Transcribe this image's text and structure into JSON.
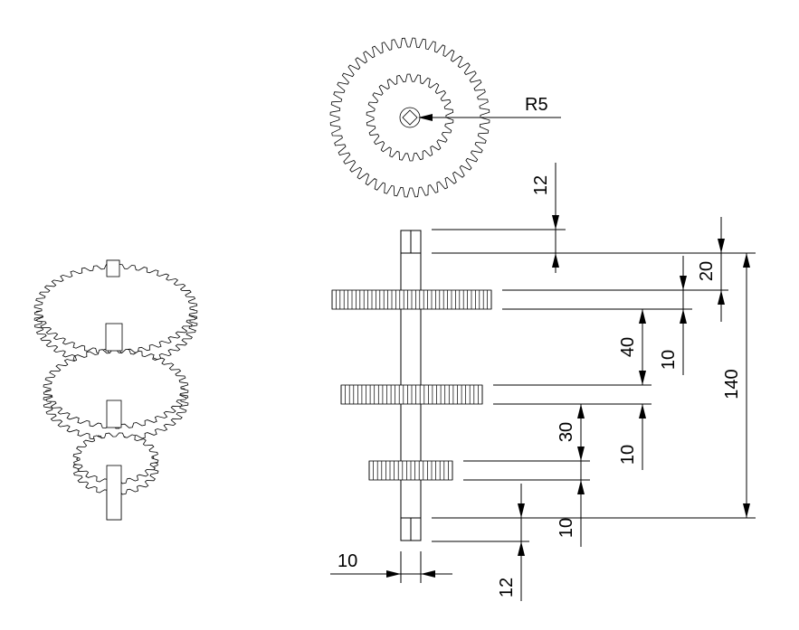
{
  "dimensions": {
    "radius_label": "R5",
    "top_offset": "12",
    "gear1_offset": "20",
    "gear1_to_gear2": "40",
    "gear1_width": "10",
    "gear2_to_gear3": "30",
    "gear2_width": "10",
    "gear3_width": "10",
    "overall_length": "140",
    "shaft_diameter": "10",
    "bottom_offset": "12"
  }
}
